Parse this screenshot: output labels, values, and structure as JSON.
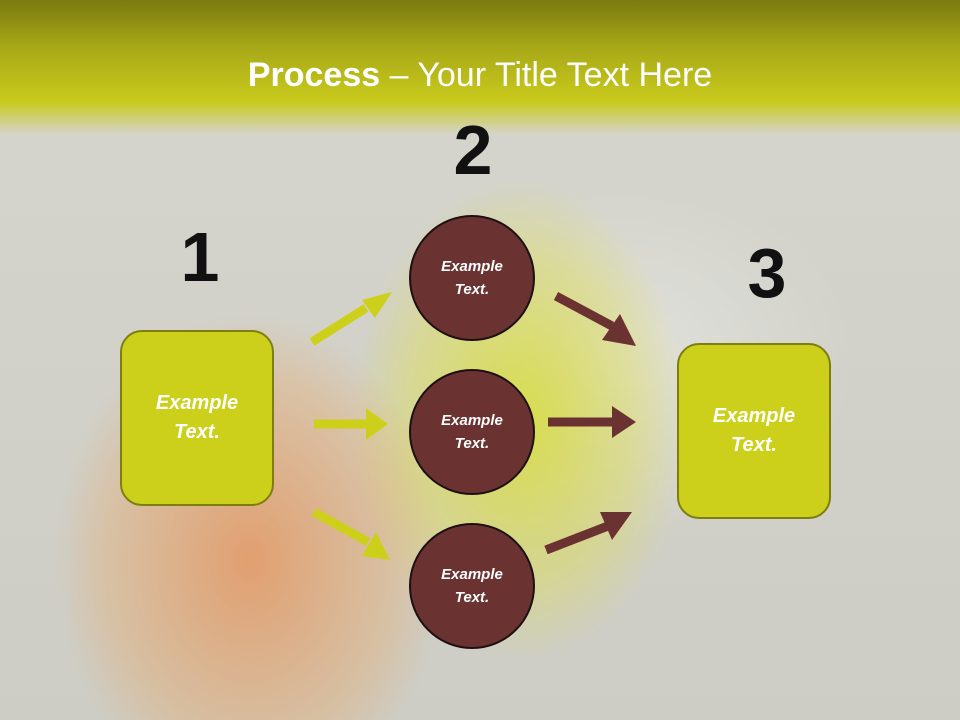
{
  "slide": {
    "title_bold": "Process",
    "title_rest": " – Your Title Text Here"
  },
  "steps": {
    "one": {
      "number": "1",
      "text": "Example Text."
    },
    "two": {
      "number": "2",
      "top": "Example Text.",
      "middle": "Example Text.",
      "bottom": "Example Text."
    },
    "three": {
      "number": "3",
      "text": "Example Text."
    }
  },
  "colors": {
    "accent": "#cdd01b",
    "circle": "#6b3232",
    "arrow_in": "#cdd01b",
    "arrow_out": "#6b3232"
  }
}
